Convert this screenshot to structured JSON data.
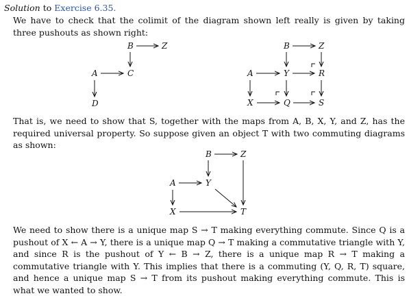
{
  "heading": {
    "label": "Solution",
    "to": "to",
    "exercise": "Exercise 6.35."
  },
  "para1": "We have to check that the colimit of the diagram shown left really is given by taking three pushouts as shown right:",
  "para2": "That is, we need to show that S, together with the maps from A, B, X, Y, and Z, has the required universal property. So suppose given an object T with two commuting diagrams as shown:",
  "para3": "We need to show there is a unique map S → T making everything commute. Since Q is a pushout of X ← A → Y, there is a unique map Q → T making a commutative triangle with Y, and since R is the pushout of Y ← B → Z, there is a unique map R → T making a commutative triangle with Y. This implies that there is a commuting (Y, Q, R, T) square, and hence a unique map S → T from its pushout making everything commute. This is what we wanted to show.",
  "diagram_left": {
    "B": "B",
    "Z": "Z",
    "A": "A",
    "C": "C",
    "D": "D"
  },
  "diagram_right": {
    "B": "B",
    "Z": "Z",
    "A": "A",
    "Y": "Y",
    "R": "R",
    "X": "X",
    "Q": "Q",
    "S": "S",
    "corner": "⌜"
  },
  "diagram_mid": {
    "B": "B",
    "Z": "Z",
    "A": "A",
    "Y": "Y",
    "X": "X",
    "T": "T"
  }
}
